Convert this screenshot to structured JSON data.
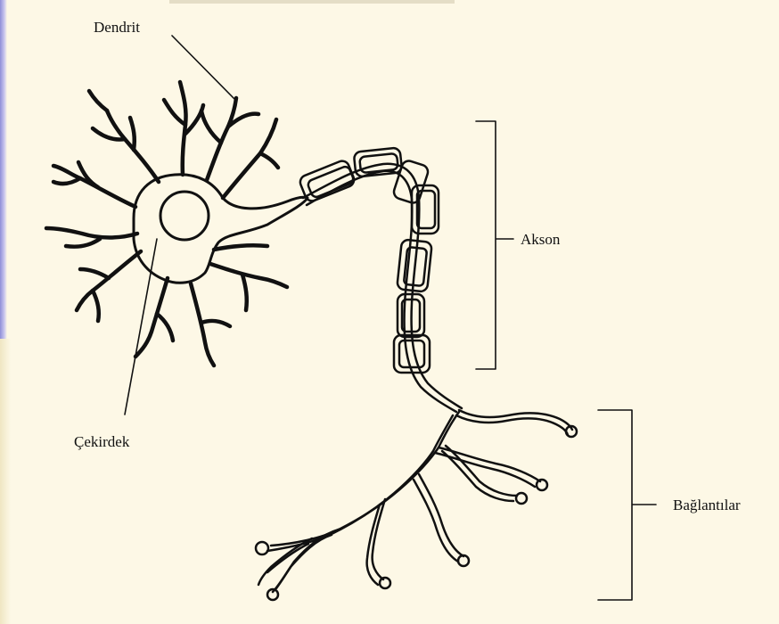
{
  "labels": {
    "dendrite": "Dendrit",
    "nucleus": "Çekirdek",
    "axon": "Akson",
    "terminals": "Bağlantılar"
  },
  "colors": {
    "background": "#fdf8e6",
    "ink": "#111111"
  }
}
